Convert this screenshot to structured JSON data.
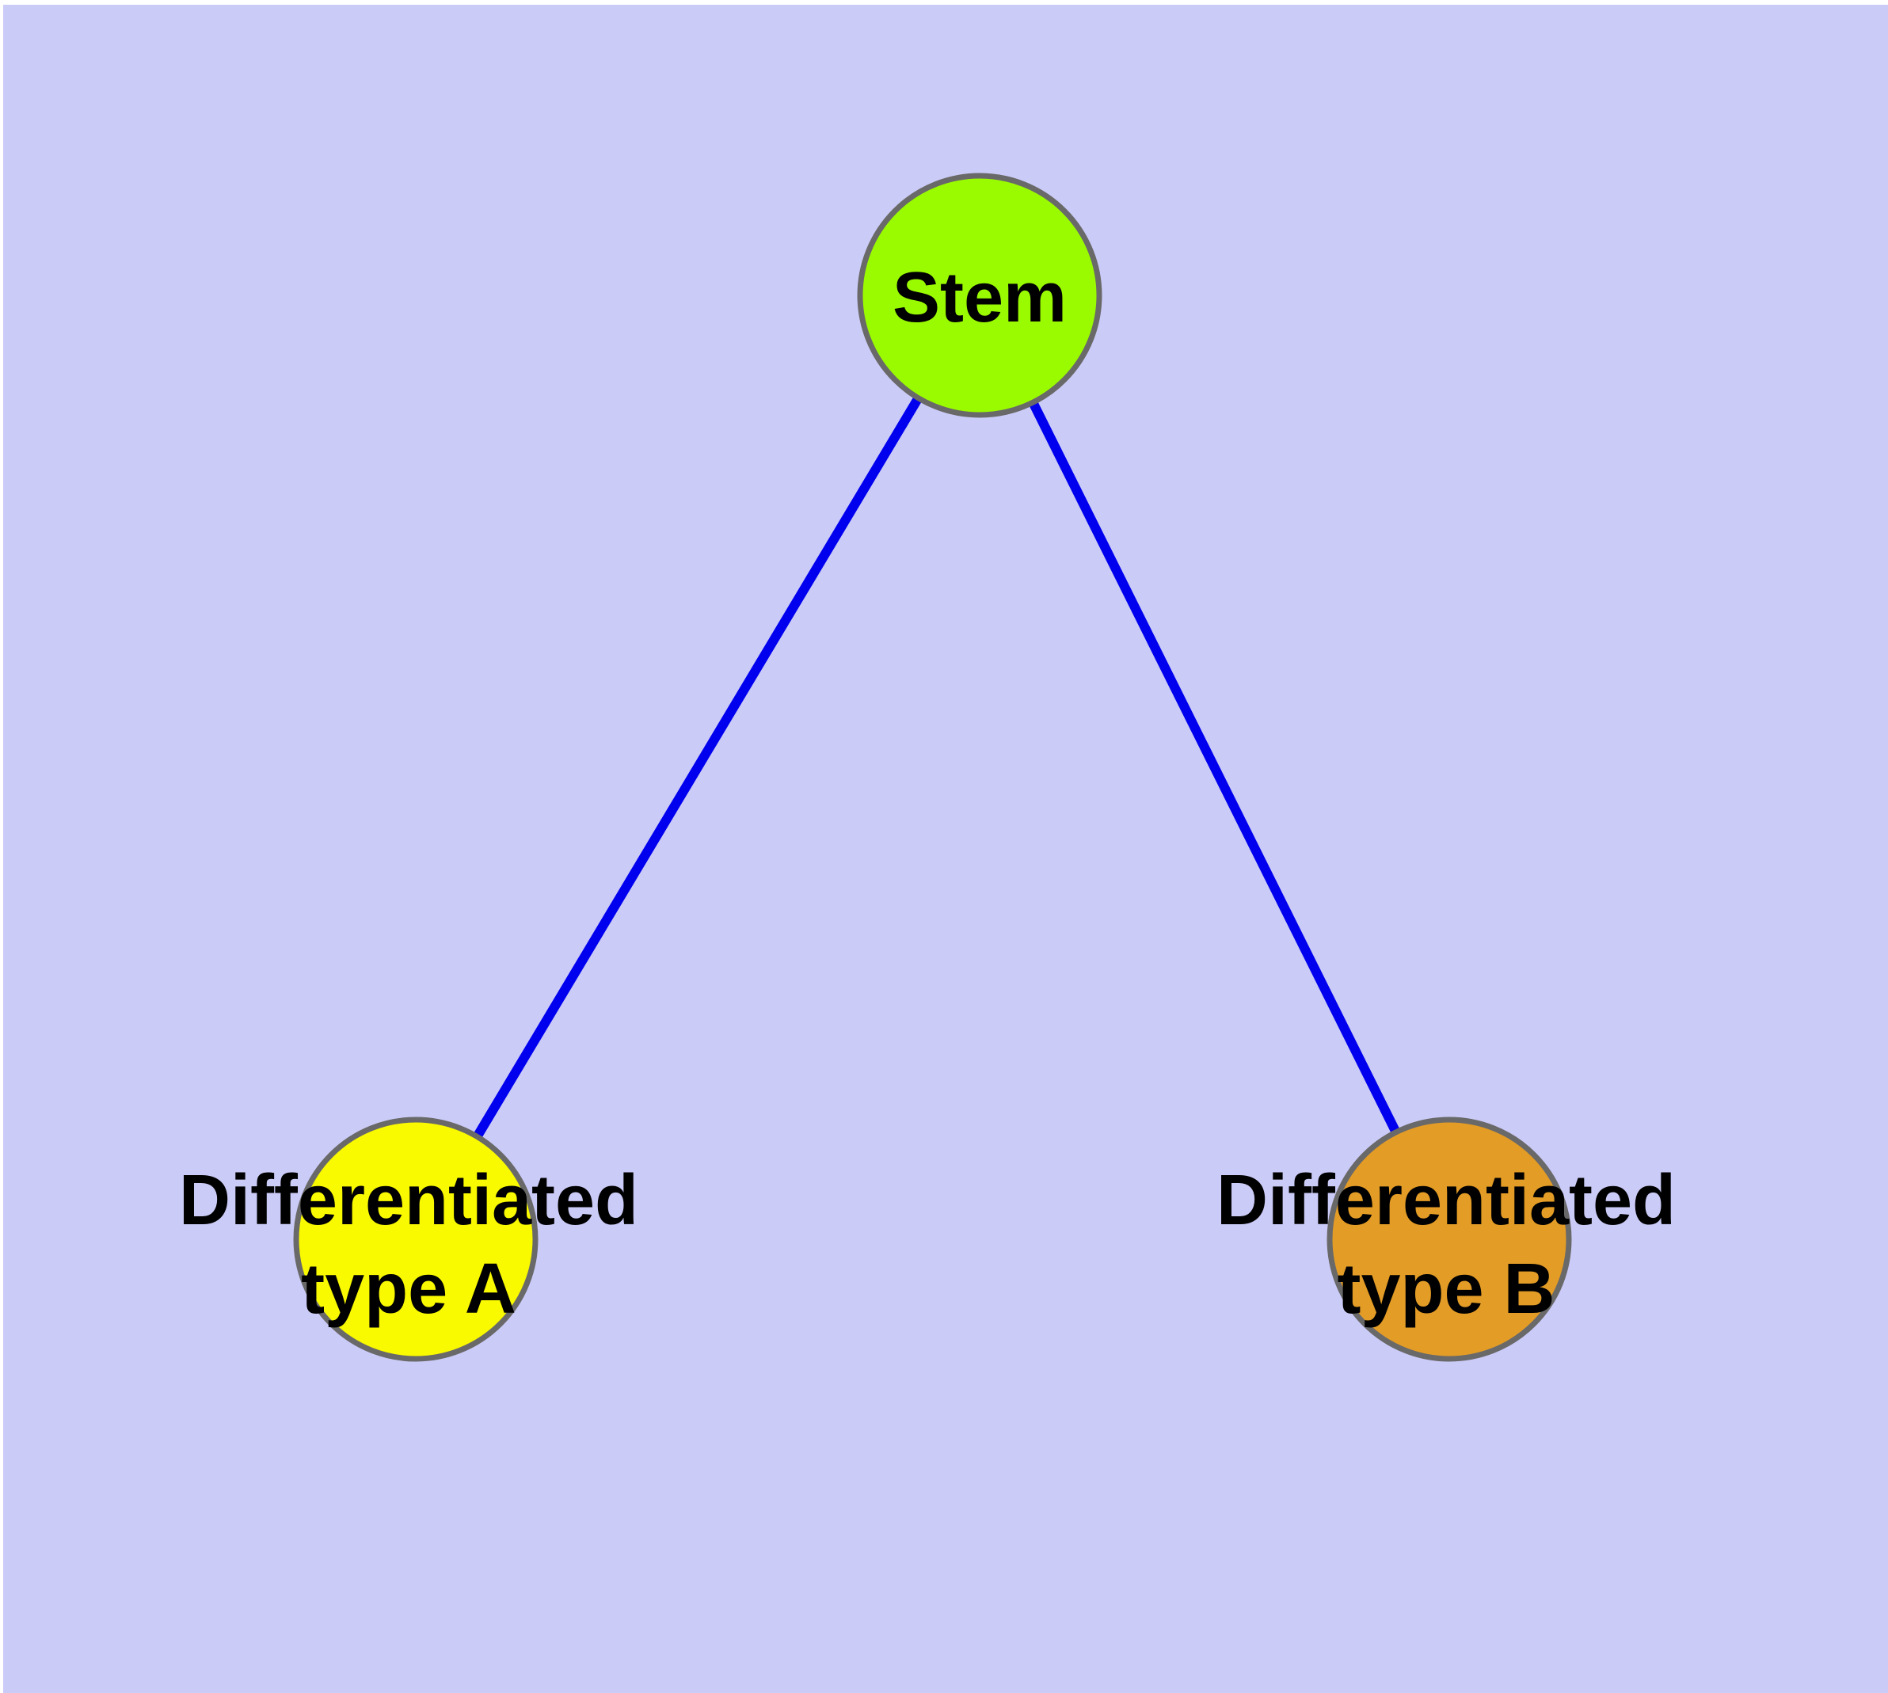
{
  "canvas": {
    "margin_color": "#ffffff",
    "background_color": "#cbcbf8"
  },
  "graph": {
    "type": "node-link-diagram",
    "edge_color": "#0000ee",
    "node_border_color": "#696969",
    "nodes": [
      {
        "id": "stem",
        "label": "Stem",
        "fill": "#9afb00"
      },
      {
        "id": "differentiated-type-a",
        "label": "Differentiated type A",
        "label_lines": [
          "Differentiated",
          "type A"
        ],
        "fill": "#f9f900"
      },
      {
        "id": "differentiated-type-b",
        "label": "Differentiated type B",
        "label_lines": [
          "Differentiated",
          "type B"
        ],
        "fill": "#e39c26"
      }
    ],
    "edges": [
      {
        "from": "stem",
        "to": "differentiated-type-a"
      },
      {
        "from": "stem",
        "to": "differentiated-type-b"
      }
    ]
  }
}
